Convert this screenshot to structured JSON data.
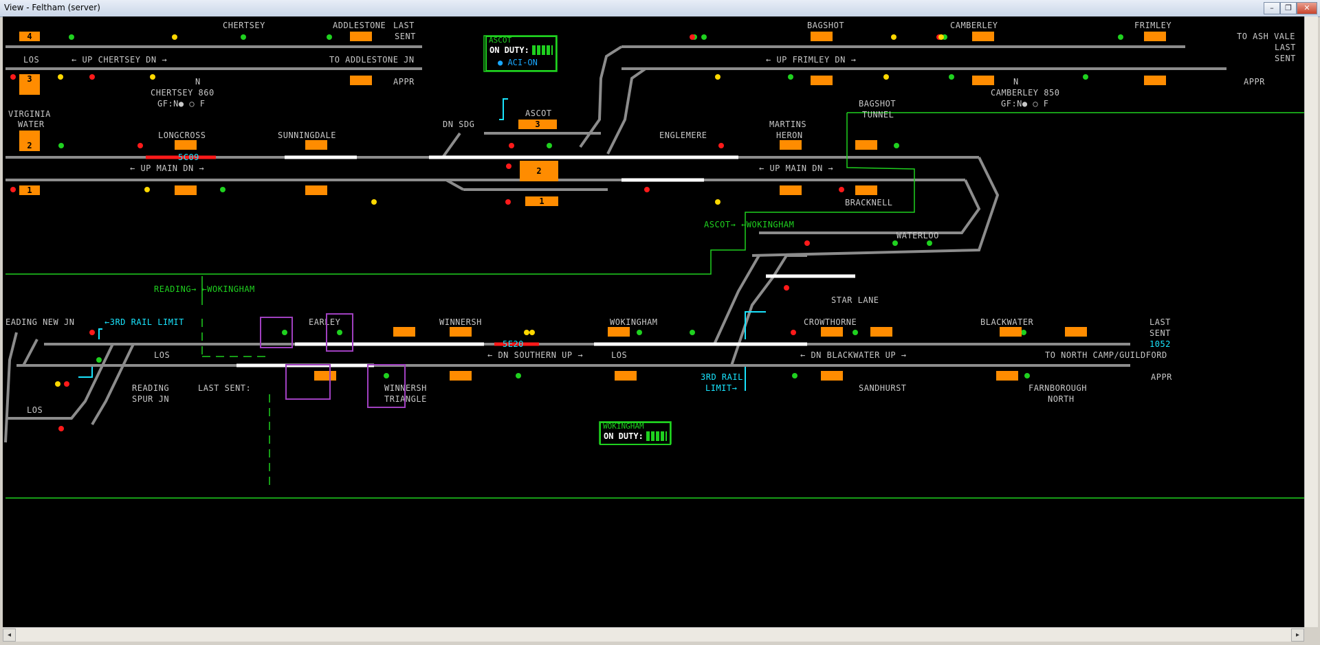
{
  "window": {
    "title": "View - Feltham (server)",
    "controls": [
      "–",
      "❐",
      "✕"
    ]
  },
  "areas": {
    "chertsey": "CHERTSEY",
    "addlestone": "ADDLESTONE",
    "last_sent_top": "LAST",
    "last_sent_top2": "SENT",
    "appr_top": "APPR",
    "up_chertsey_dn": "← UP CHERTSEY DN →",
    "to_addlestone": "TO ADDLESTONE JN",
    "los_top": "LOS",
    "chertsey_860": "CHERTSEY 860",
    "gf_left": "GF:N● ○ F",
    "n_left": "N",
    "virginia_water": "VIRGINIA",
    "virginia_water2": "WATER",
    "longcross": "LONGCROSS",
    "sunningdale": "SUNNINGDALE",
    "up_main_dn_left": "← UP MAIN DN →",
    "dn_sdg": "DN SDG",
    "ascot": "ASCOT",
    "englemere": "ENGLEMERE",
    "martins_heron": "MARTINS",
    "martins_heron2": "HERON",
    "up_main_dn_right": "← UP MAIN DN →",
    "bracknell": "BRACKNELL",
    "bagshot": "BAGSHOT",
    "camberley": "CAMBERLEY",
    "frimley": "FRIMLEY",
    "to_ash_vale": "TO ASH VALE",
    "last_right": "LAST",
    "sent_right": "SENT",
    "appr_right": "APPR",
    "up_frimley_dn": "← UP FRIMLEY DN →",
    "bagshot_tunnel": "BAGSHOT",
    "bagshot_tunnel2": "TUNNEL",
    "camberley_850": "CAMBERLEY 850",
    "gf_right": "GF:N● ○ F",
    "n_right": "N",
    "ascot_wokingham": "ASCOT→ ←WOKINGHAM",
    "waterloo": "WATERLOO",
    "star_lane": "STAR LANE",
    "reading_wokingham": "READING→ ←WOKINGHAM",
    "reading_new_jn": "EADING NEW JN",
    "third_rail_limit": "←3RD RAIL LIMIT",
    "los_mid": "LOS",
    "reading_spur": "READING",
    "reading_spur2": "SPUR JN",
    "last_sent_mid": "LAST SENT:",
    "los_low": "LOS",
    "earley": "EARLEY",
    "winnersh": "WINNERSH",
    "winnersh_triangle": "WINNERSH",
    "winnersh_triangle2": "TRIANGLE",
    "dn_southern_up": "← DN SOUTHERN UP →",
    "wokingham": "WOKINGHAM",
    "los_wok": "LOS",
    "third_rail_limit_r": "3RD RAIL",
    "third_rail_limit_r2": "LIMIT→",
    "crowthorne": "CROWTHORNE",
    "dn_blackwater_up": "← DN BLACKWATER UP →",
    "sandhurst": "SANDHURST",
    "blackwater": "BLACKWATER",
    "to_north_camp": "TO NORTH CAMP/GUILDFORD",
    "farnborough": "FARNBOROUGH",
    "farnborough2": "NORTH",
    "last_low": "LAST",
    "sent_low": "SENT",
    "appr_low": "APPR",
    "berth_1052": "1052"
  },
  "berths": {
    "b4": "4",
    "b3": "3",
    "b2vw": "2",
    "b1a": "1",
    "b5c09": "5C09",
    "asc3": "3",
    "asc2": "2",
    "asc1": "1",
    "b5e20": "5E20"
  },
  "panels": {
    "ascot": {
      "header": "ASCOT",
      "duty": "ON DUTY:",
      "aci": "● ACI-ON"
    },
    "wokingham": {
      "header": "WOKINGHAM",
      "duty": "ON DUTY:"
    }
  },
  "colors": {
    "track": "#8c8c8c",
    "route": "#ffffff",
    "occupied": "#ff1a1a",
    "berth": "#ff8c00",
    "boundary": "#1fd11f",
    "limit": "#19e5ff",
    "highlight": "#a040c0"
  }
}
